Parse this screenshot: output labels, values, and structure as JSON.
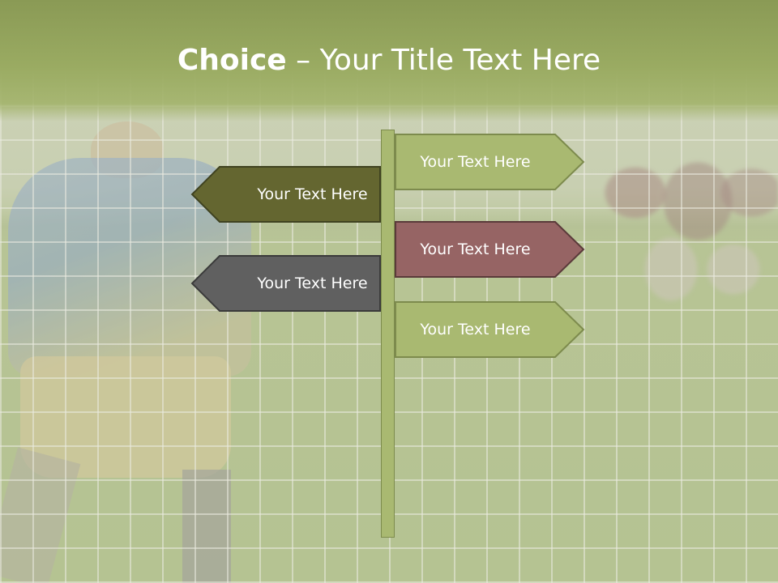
{
  "slide": {
    "title_bold": "Choice",
    "title_rest": " – Your Title Text Here"
  },
  "signs": {
    "right_top": {
      "label": "Your Text Here",
      "fill": "#a9b971",
      "stroke": "#7d8b4d"
    },
    "left_top": {
      "label": "Your Text Here",
      "fill": "#646630",
      "stroke": "#3f4220"
    },
    "right_middle": {
      "label": "Your Text Here",
      "fill": "#966464",
      "stroke": "#5a3a3a"
    },
    "left_bottom": {
      "label": "Your Text Here",
      "fill": "#606060",
      "stroke": "#3a3a3a"
    },
    "right_bottom": {
      "label": "Your Text Here",
      "fill": "#a9b971",
      "stroke": "#7d8b4d"
    }
  },
  "colors": {
    "title_bar": "#9aab62",
    "pole": "#a9b971"
  }
}
